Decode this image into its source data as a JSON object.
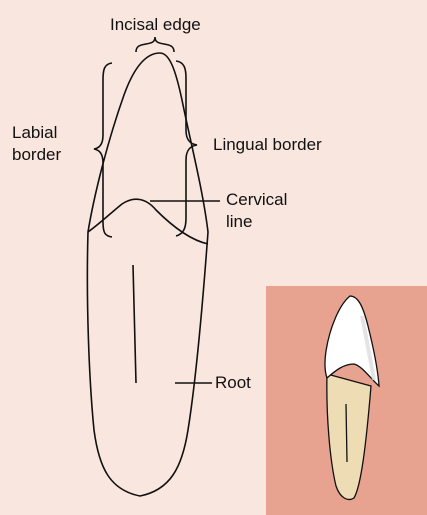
{
  "labels": {
    "incisal_edge": "Incisal edge",
    "labial_border_line1": "Labial",
    "labial_border_line2": "border",
    "lingual_border": "Lingual border",
    "cervical_line_line1": "Cervical",
    "cervical_line_line2": "line",
    "root": "Root"
  },
  "colors": {
    "background": "#f9e6df",
    "inset_background": "#e7a290",
    "outline": "#111111",
    "enamel": "#ffffff",
    "root_fill": "#eedcb4"
  }
}
